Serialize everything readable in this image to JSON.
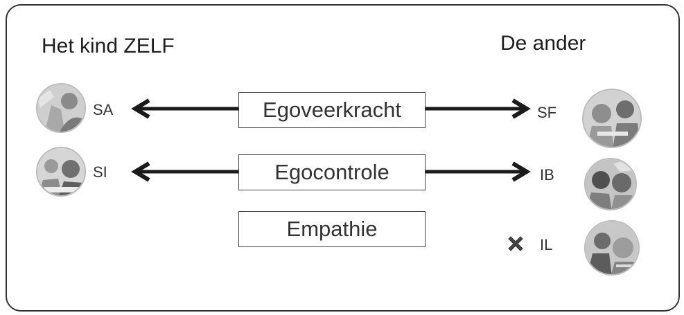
{
  "headings": {
    "left": "Het kind ZELF",
    "right": "De ander"
  },
  "boxes": {
    "row1": "Egoveerkracht",
    "row2": "Egocontrole",
    "row3": "Empathie"
  },
  "left_codes": {
    "row1": "SA",
    "row2": "SI"
  },
  "right_codes": {
    "row1": "SF",
    "row2": "IB",
    "row3": "IL"
  },
  "icons": {
    "row3_marker": "cross-icon"
  },
  "colors": {
    "ink": "#222222",
    "border": "#333333"
  }
}
